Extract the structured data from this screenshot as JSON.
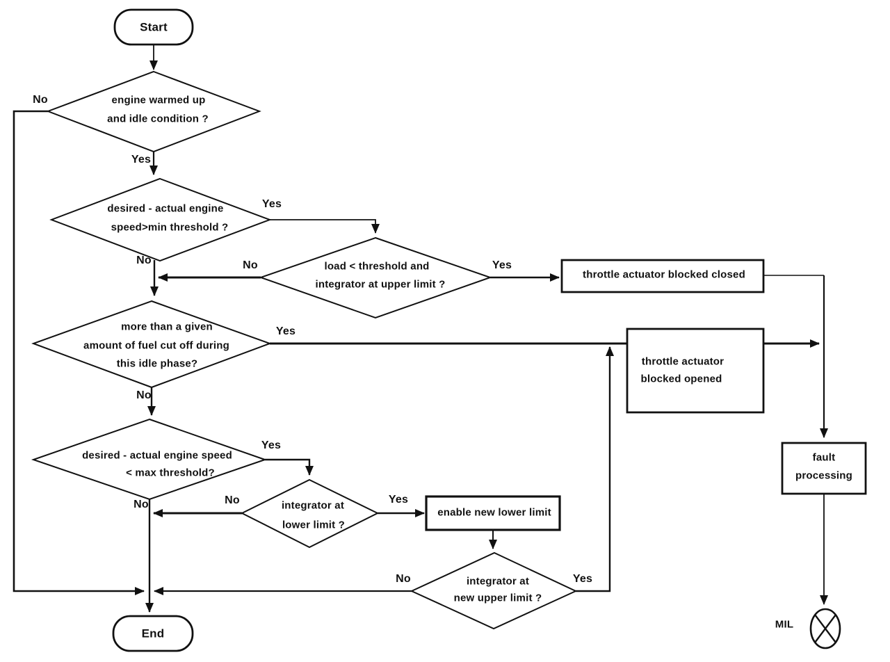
{
  "diagram_type": "flowchart",
  "nodes": {
    "start": {
      "type": "terminator",
      "label": "Start"
    },
    "engine_warm": {
      "type": "decision",
      "lines": [
        "engine warmed up",
        "and idle condition ?"
      ]
    },
    "speed_min": {
      "type": "decision",
      "lines": [
        "desired - actual engine",
        "speed>min threshold ?"
      ]
    },
    "load_threshold": {
      "type": "decision",
      "lines": [
        "load < threshold and",
        "integrator at upper limit ?"
      ]
    },
    "blocked_closed": {
      "type": "process",
      "lines": [
        "throttle actuator blocked closed"
      ]
    },
    "fuel_cutoff": {
      "type": "decision",
      "lines": [
        "more than a given",
        "amount of fuel cut off during",
        "this idle phase?"
      ]
    },
    "blocked_opened": {
      "type": "process",
      "lines": [
        "throttle actuator",
        "blocked opened"
      ]
    },
    "speed_max": {
      "type": "decision",
      "lines": [
        "desired - actual engine speed",
        "< max threshold?"
      ]
    },
    "integrator_lower": {
      "type": "decision",
      "lines": [
        "integrator at",
        "lower limit ?"
      ]
    },
    "enable_lower": {
      "type": "process",
      "lines": [
        "enable new lower limit"
      ]
    },
    "integrator_new_upper": {
      "type": "decision",
      "lines": [
        "integrator at",
        "new upper limit ?"
      ]
    },
    "fault_processing": {
      "type": "process",
      "lines": [
        "fault",
        "processing"
      ]
    },
    "end": {
      "type": "terminator",
      "label": "End"
    },
    "mil": {
      "type": "indicator-lamp",
      "label": "MIL"
    }
  },
  "edge_labels": {
    "engine_warm_no": "No",
    "engine_warm_yes": "Yes",
    "speed_min_yes": "Yes",
    "speed_min_no": "No",
    "load_threshold_no": "No",
    "load_threshold_yes": "Yes",
    "fuel_cutoff_yes": "Yes",
    "fuel_cutoff_no": "No",
    "speed_max_yes": "Yes",
    "speed_max_no": "No",
    "integrator_lower_no": "No",
    "integrator_lower_yes": "Yes",
    "integrator_new_upper_no": "No",
    "integrator_new_upper_yes": "Yes"
  },
  "colors": {
    "background": "#ffffff",
    "line": "#111111",
    "text": "#111111"
  }
}
